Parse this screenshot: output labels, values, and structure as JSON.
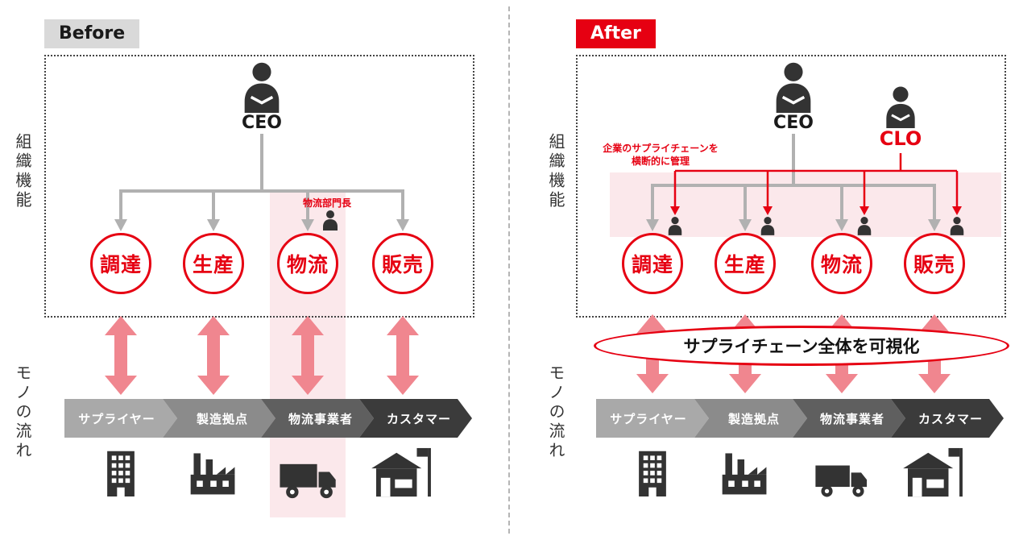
{
  "colors": {
    "accent_red": "#e60012",
    "arrow_pink": "#f0868f",
    "highlight_pink": "#fbe8eb",
    "line_gray": "#b1b1b1",
    "flow_segment_grays": [
      "#a9a9a9",
      "#8b8b8b",
      "#5f5f5f",
      "#3b3b3b"
    ]
  },
  "before": {
    "badge_label": "Before",
    "org_axis_label": "組織機能",
    "flow_axis_label": "モノの流れ",
    "ceo_label": "CEO",
    "logistics_head_note": "物流部門長",
    "functions": [
      {
        "label": "調達"
      },
      {
        "label": "生産"
      },
      {
        "label": "物流"
      },
      {
        "label": "販売"
      }
    ],
    "flow_segments": [
      {
        "label": "サプライヤー"
      },
      {
        "label": "製造拠点"
      },
      {
        "label": "物流事業者"
      },
      {
        "label": "カスタマー"
      }
    ],
    "icons": [
      "building",
      "factory",
      "truck",
      "store"
    ]
  },
  "after": {
    "badge_label": "After",
    "org_axis_label": "組織機能",
    "flow_axis_label": "モノの流れ",
    "ceo_label": "CEO",
    "clo_label": "CLO",
    "clo_note_line1": "企業のサプライチェーンを",
    "clo_note_line2": "横断的に管理",
    "visibility_label": "サプライチェーン全体を可視化",
    "functions": [
      {
        "label": "調達"
      },
      {
        "label": "生産"
      },
      {
        "label": "物流"
      },
      {
        "label": "販売"
      }
    ],
    "flow_segments": [
      {
        "label": "サプライヤー"
      },
      {
        "label": "製造拠点"
      },
      {
        "label": "物流事業者"
      },
      {
        "label": "カスタマー"
      }
    ],
    "icons": [
      "building",
      "factory",
      "truck",
      "store"
    ]
  }
}
